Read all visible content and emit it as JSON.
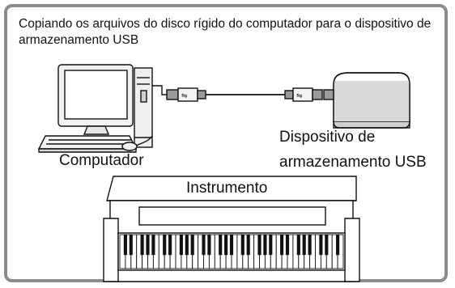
{
  "header": {
    "text": "Copiando os arquivos do disco rígido do computador para o dispositivo de armazenamento USB"
  },
  "labels": {
    "computer": "Computador",
    "usb_device_line1": "Dispositivo de",
    "usb_device_line2": "armazenamento USB",
    "instrument": "Instrumento"
  },
  "icons": [
    "computer-icon",
    "usb-cable-icon",
    "usb-storage-icon",
    "keyboard-instrument-icon"
  ],
  "colors": {
    "frame_border": "#8c8c8c",
    "device_gray": "#d9d9d9",
    "line": "#111111"
  }
}
